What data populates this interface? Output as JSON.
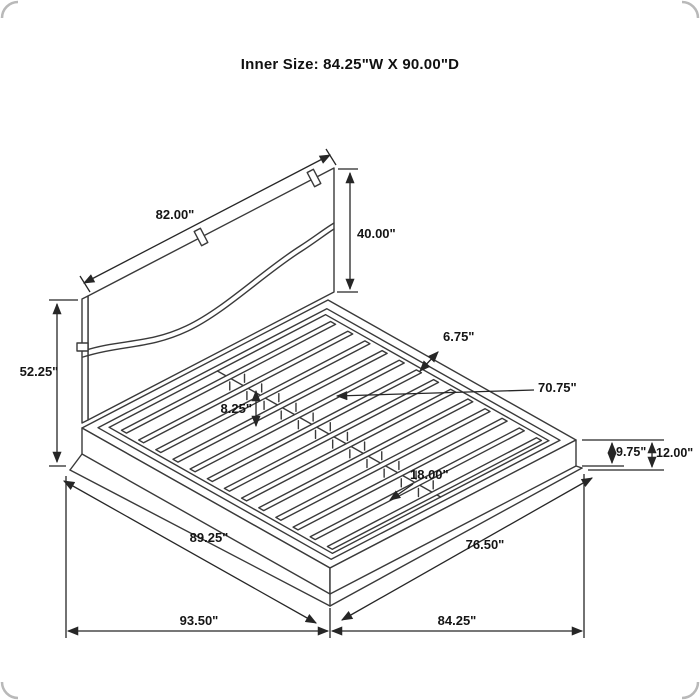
{
  "title": "Inner Size: 84.25\"W X 90.00\"D",
  "diagram": {
    "description": "platform-bed-with-headboard-dimension-line-drawing",
    "labels": {
      "headboard_width": "82.00\"",
      "headboard_panel_height": "40.00\"",
      "headboard_total_height": "52.25\"",
      "slat_spacing": "6.75\"",
      "slat_length": "70.75\"",
      "slat_height": "8.25\"",
      "side_rail_height": "9.75\"",
      "platform_total_height": "12.00\"",
      "footboard_depth": "18.00\"",
      "platform_side_depth": "89.25\"",
      "platform_front_width": "76.50\"",
      "overall_depth": "93.50\"",
      "overall_width": "84.25\""
    }
  }
}
